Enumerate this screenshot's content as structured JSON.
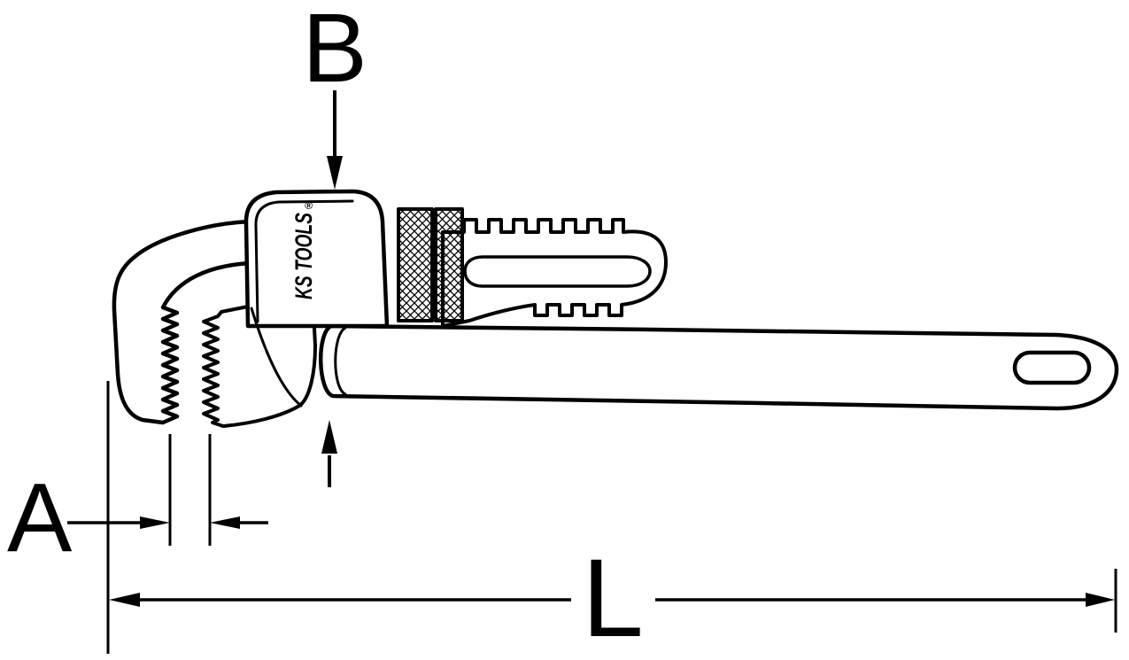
{
  "page": {
    "background": "#ffffff",
    "line_color": "#000000"
  },
  "diagram": {
    "type": "technical-dimension-drawing",
    "subject": "Aluminium pipe wrench line drawing with dimension callouts",
    "dimensions": {
      "b_label": "B",
      "a_label": "A",
      "l_label": "L"
    },
    "logo": {
      "text": "KS TOOLS",
      "registered": "®"
    }
  }
}
